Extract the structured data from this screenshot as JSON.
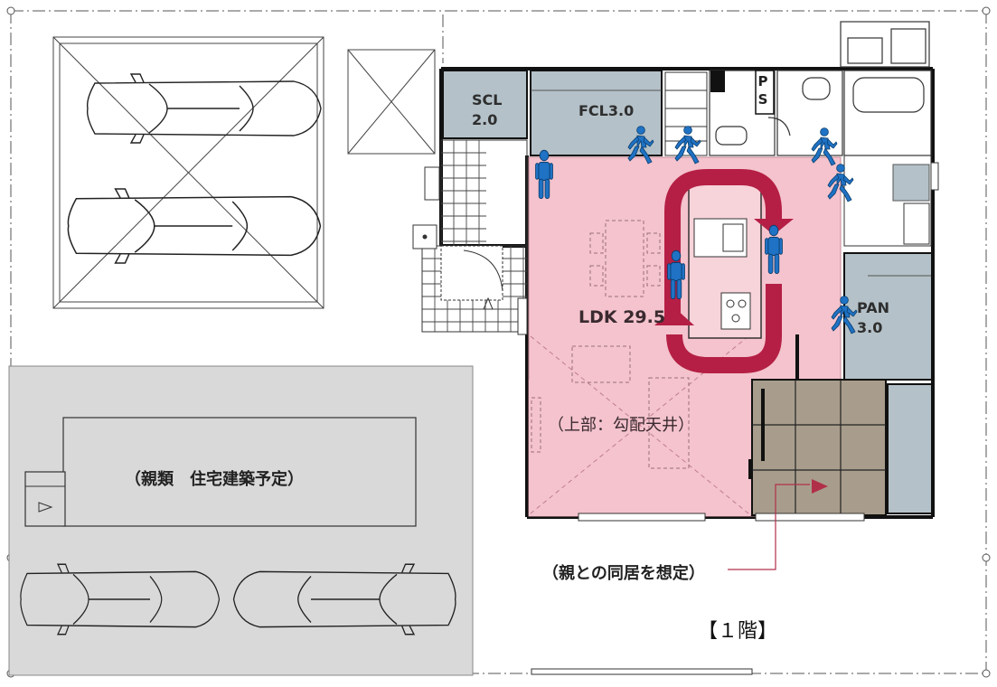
{
  "rooms": {
    "scl": {
      "name": "SCL",
      "size": "2.0"
    },
    "fcl": {
      "label": "FCL3.0"
    },
    "pan": {
      "name": "PAN",
      "size": "3.0"
    },
    "ldk": {
      "label": "LDK 29.5"
    },
    "ps": {
      "p": "P",
      "s": "S"
    }
  },
  "notes": {
    "ceiling": "（上部：勾配天井）",
    "relatives_house": "（親類　住宅建築予定）",
    "cohabitation": "（親との同居を想定）",
    "floor_label": "【１階】"
  },
  "colors": {
    "ldk_fill": "#f4c3cd",
    "closet_fill": "#b4c1c8",
    "tatami_fill": "#a89d8c",
    "lot_fill": "#d9d9d9",
    "figure_blue": "#1f72c4",
    "arrow_red": "#b51f45",
    "leader_red": "#b0304a"
  }
}
